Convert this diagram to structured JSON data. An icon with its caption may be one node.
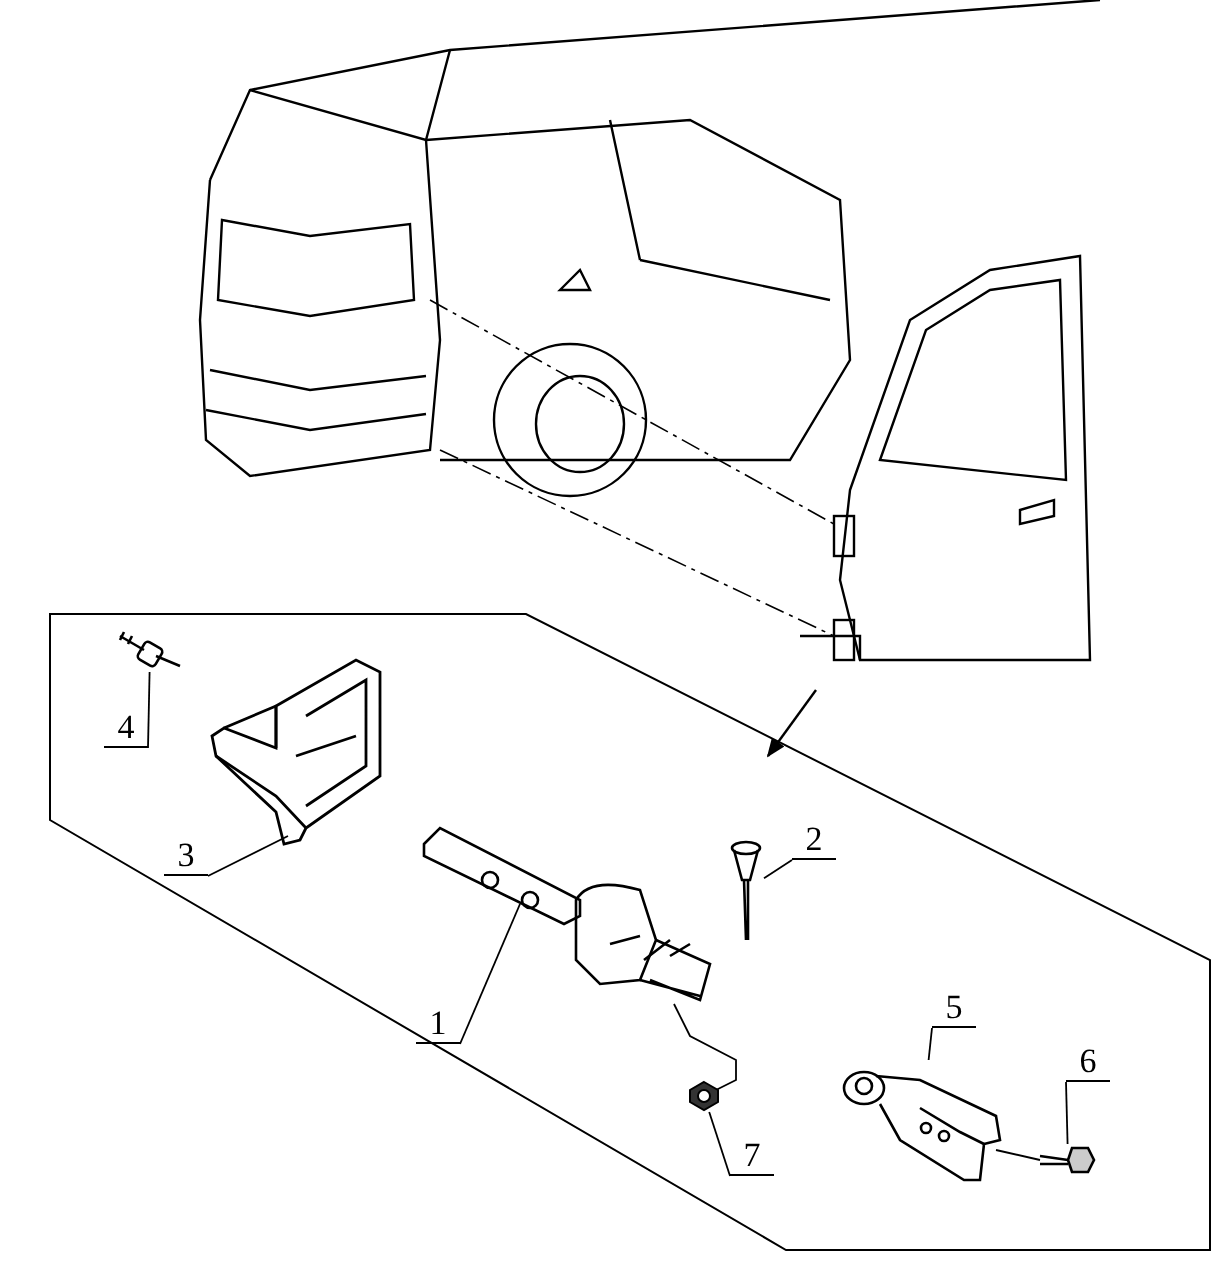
{
  "diagram": {
    "nodes": [
      {
        "text": [],
        "shape": "picture"
      },
      {
        "text": [],
        "shape": "box"
      },
      {
        "text": [
          "4"
        ],
        "in": 1
      },
      {
        "text": [],
        "shape": "picture",
        "in": 1
      },
      {
        "text": [
          "3"
        ],
        "in": 1
      },
      {
        "text": [],
        "shape": "picture",
        "in": 1
      },
      {
        "text": [
          "1"
        ],
        "in": 1
      },
      {
        "text": [],
        "shape": "picture",
        "in": 1
      },
      {
        "text": [
          "2"
        ],
        "in": 1
      },
      {
        "text": [],
        "shape": "picture",
        "in": 1
      },
      {
        "text": [
          "7"
        ],
        "in": 1
      },
      {
        "text": [],
        "shape": "picture",
        "in": 1
      },
      {
        "text": [
          "5"
        ],
        "in": 1
      },
      {
        "text": [],
        "shape": "picture",
        "in": 1
      },
      {
        "text": [
          "6"
        ],
        "in": 1
      },
      {
        "text": [],
        "shape": "picture",
        "in": 1
      }
    ],
    "edges": [
      {
        "from": 0,
        "to": 1,
        "arrow": "to"
      },
      {
        "from": 2,
        "to": 3,
        "arrow": "none"
      },
      {
        "from": 4,
        "to": 5,
        "arrow": "none"
      },
      {
        "from": 6,
        "to": 7,
        "arrow": "none"
      },
      {
        "from": 8,
        "to": 9,
        "arrow": "none"
      },
      {
        "from": 10,
        "to": 11,
        "arrow": "none"
      },
      {
        "from": 12,
        "to": 13,
        "arrow": "none"
      },
      {
        "from": 14,
        "to": 15,
        "arrow": "none"
      },
      {
        "from": 11,
        "to": 7,
        "arrow": "none"
      },
      {
        "from": 15,
        "to": 13,
        "arrow": "none"
      }
    ]
  }
}
